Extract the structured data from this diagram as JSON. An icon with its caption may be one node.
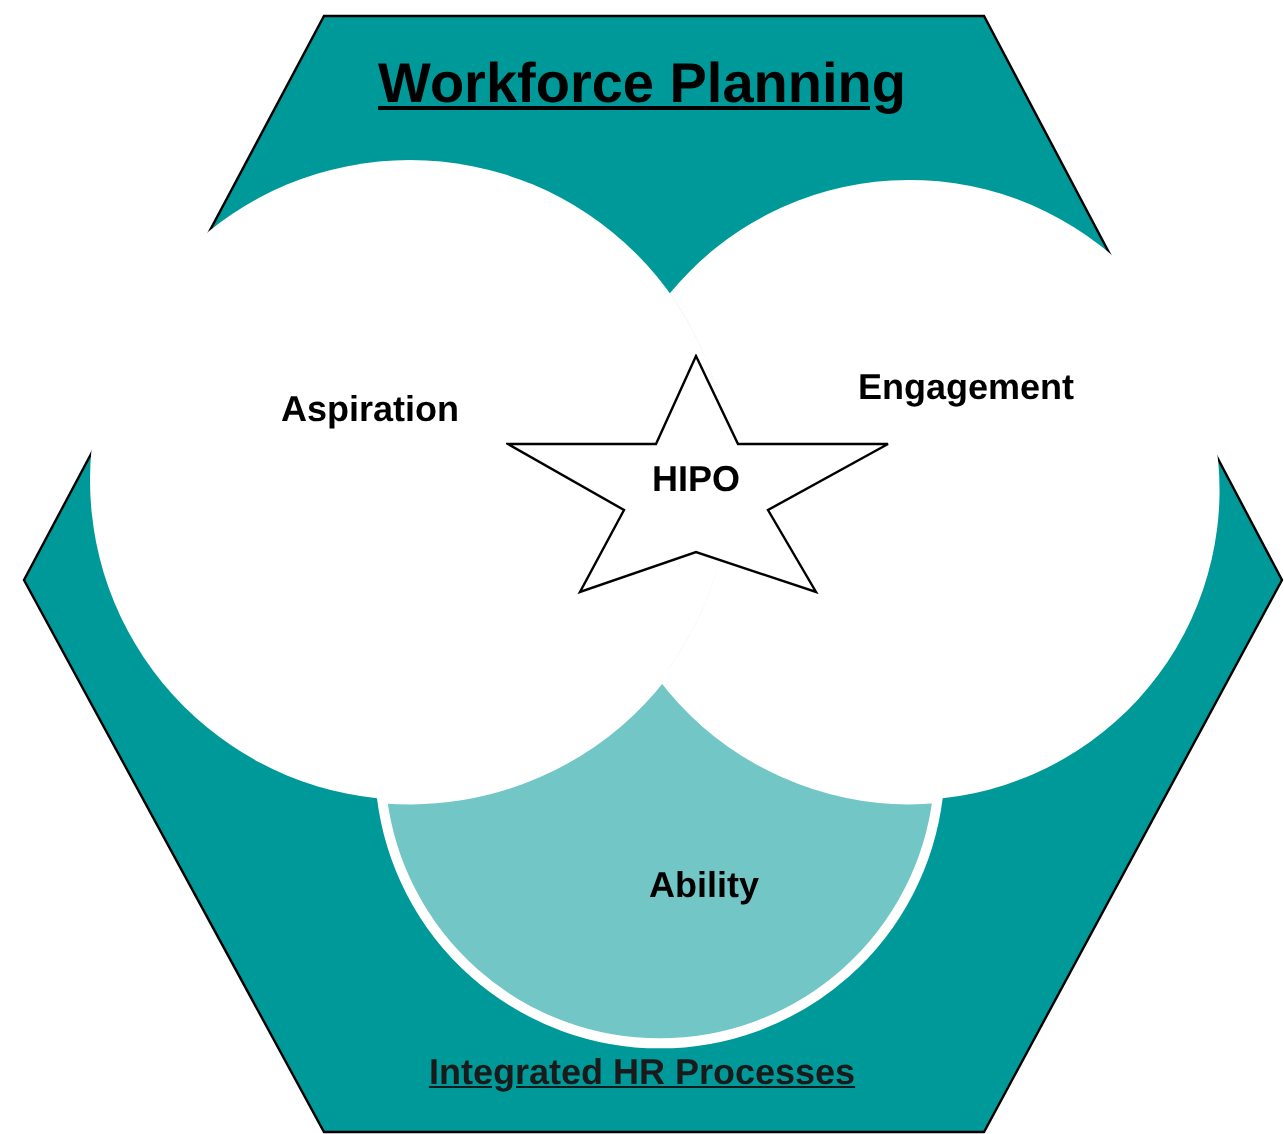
{
  "diagram": {
    "nodes": [
      {
        "text": [
          "Workforce Planning",
          "Integrated HR Processes"
        ]
      },
      {
        "text": [
          "Aspiration"
        ],
        "in": 0
      },
      {
        "text": [
          "Engagement"
        ],
        "in": 0
      },
      {
        "text": [
          "Ability"
        ],
        "in": 0
      },
      {
        "text": [
          "HIPO"
        ],
        "in": 0
      }
    ]
  }
}
